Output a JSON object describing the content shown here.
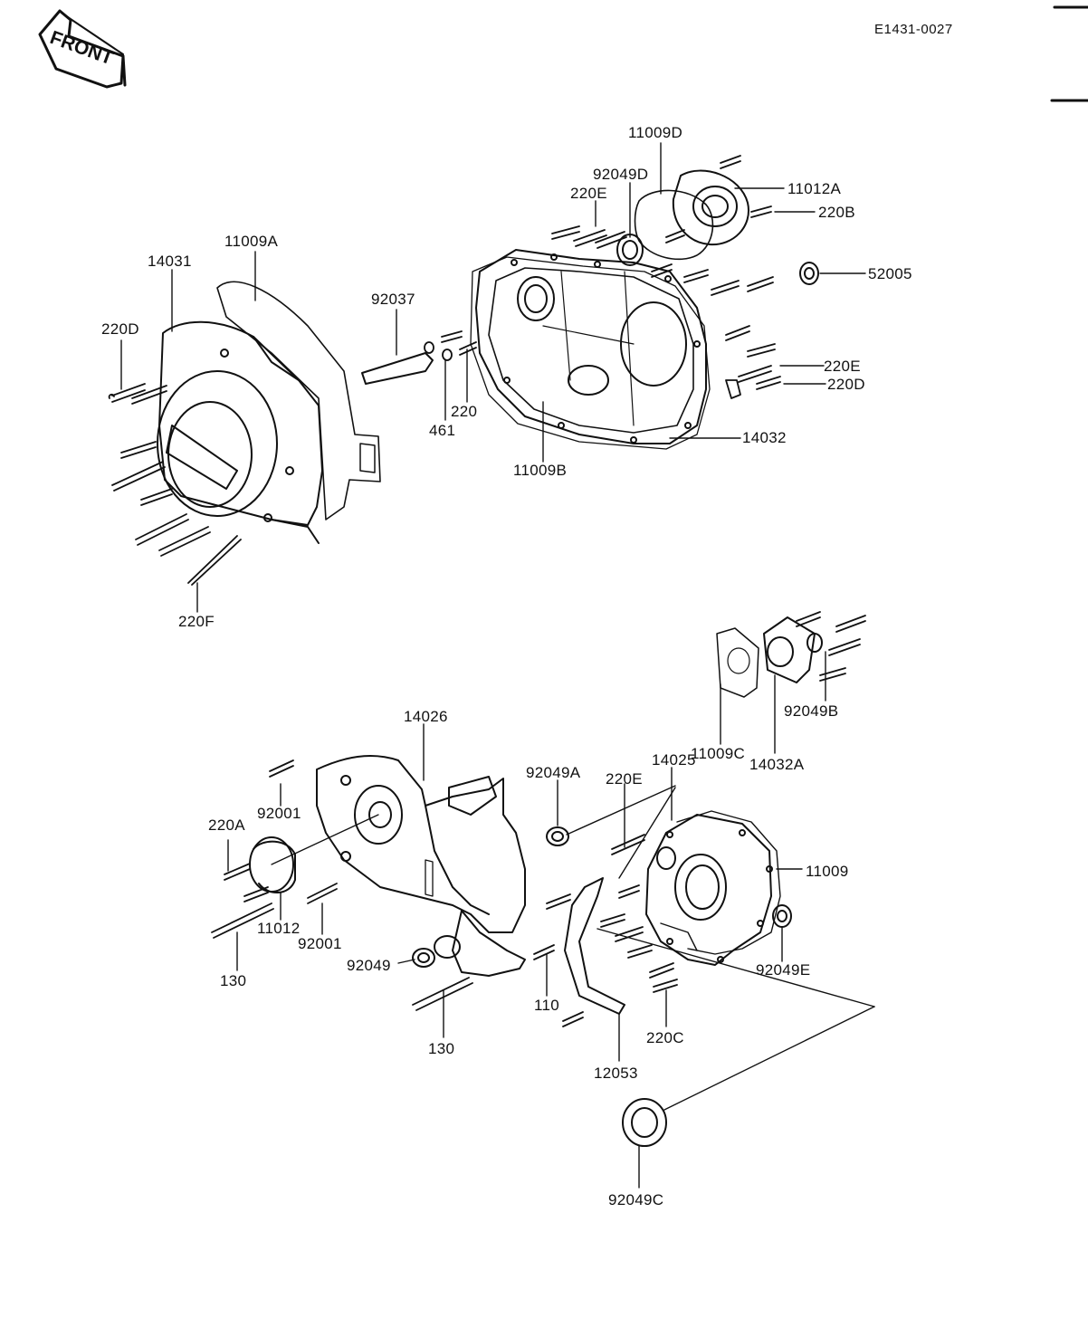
{
  "document": {
    "code": "E1431-0027",
    "front_label": "FRONT"
  },
  "parts_upper": [
    {
      "key": "p11009D",
      "number": "11009D"
    },
    {
      "key": "p92049D",
      "number": "92049D"
    },
    {
      "key": "p11012A",
      "number": "11012A"
    },
    {
      "key": "p220E_top",
      "number": "220E"
    },
    {
      "key": "p220B",
      "number": "220B"
    },
    {
      "key": "p52005",
      "number": "52005"
    },
    {
      "key": "p11009A",
      "number": "11009A"
    },
    {
      "key": "p14031",
      "number": "14031"
    },
    {
      "key": "p92037",
      "number": "92037"
    },
    {
      "key": "p220D_left",
      "number": "220D"
    },
    {
      "key": "p220E_right",
      "number": "220E"
    },
    {
      "key": "p220D_right",
      "number": "220D"
    },
    {
      "key": "p220",
      "number": "220"
    },
    {
      "key": "p461",
      "number": "461"
    },
    {
      "key": "p14032",
      "number": "14032"
    },
    {
      "key": "p11009B",
      "number": "11009B"
    },
    {
      "key": "p220F",
      "number": "220F"
    }
  ],
  "parts_lower": [
    {
      "key": "p92049B",
      "number": "92049B"
    },
    {
      "key": "p14026",
      "number": "14026"
    },
    {
      "key": "p14032A",
      "number": "14032A"
    },
    {
      "key": "p11009C",
      "number": "11009C"
    },
    {
      "key": "p14025",
      "number": "14025"
    },
    {
      "key": "p92049A",
      "number": "92049A"
    },
    {
      "key": "p220E_low",
      "number": "220E"
    },
    {
      "key": "p92001_a",
      "number": "92001"
    },
    {
      "key": "p220A",
      "number": "220A"
    },
    {
      "key": "p11009",
      "number": "11009"
    },
    {
      "key": "p11012",
      "number": "11012"
    },
    {
      "key": "p92001_b",
      "number": "92001"
    },
    {
      "key": "p130_a",
      "number": "130"
    },
    {
      "key": "p92049",
      "number": "92049"
    },
    {
      "key": "p92049E",
      "number": "92049E"
    },
    {
      "key": "p110",
      "number": "110"
    },
    {
      "key": "p220C",
      "number": "220C"
    },
    {
      "key": "p130_b",
      "number": "130"
    },
    {
      "key": "p12053",
      "number": "12053"
    },
    {
      "key": "p92049C",
      "number": "92049C"
    }
  ]
}
